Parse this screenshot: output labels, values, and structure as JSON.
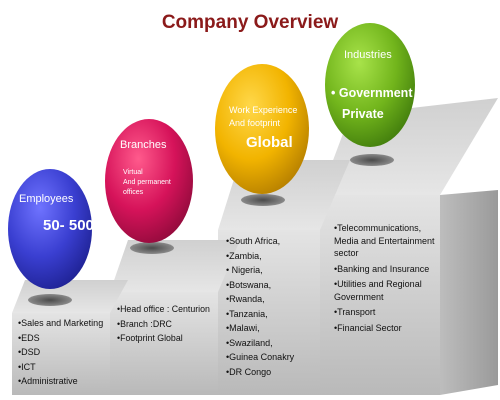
{
  "title": "Company Overview",
  "colors": {
    "title": "#8b1a1a",
    "employees_oval": "#3a3fd1",
    "branches_oval": "#d6135a",
    "experience_oval": "#f2b400",
    "industries_oval": "#72b51c"
  },
  "steps": [
    {
      "heading": "Employees",
      "highlight": "50- 500",
      "items": [
        "•Sales and Marketing",
        "•EDS",
        "•DSD",
        "•ICT",
        "•Administrative"
      ]
    },
    {
      "heading": "Branches",
      "subtext": [
        "Virtual",
        "And permanent",
        "offices"
      ],
      "items": [
        "•Head office : Centurion",
        "•Branch :DRC",
        "•Footprint Global"
      ]
    },
    {
      "heading_lines": [
        "Work Experience",
        "And footprint"
      ],
      "highlight": "Global",
      "items": [
        "•South Africa,",
        "•Zambia,",
        "• Nigeria,",
        "•Botswana,",
        "•Rwanda,",
        "•Tanzania,",
        "•Malawi,",
        "•Swaziland,",
        "•Guinea Conakry",
        "•DR Congo"
      ]
    },
    {
      "heading": "Industries",
      "highlight_lines": [
        "•  Government",
        "Private"
      ],
      "items": [
        "•Telecommunications, Media and Entertainment sector",
        "•Banking and Insurance",
        "•Utilities and Regional Government",
        "•Transport",
        "•Financial Sector"
      ]
    }
  ]
}
